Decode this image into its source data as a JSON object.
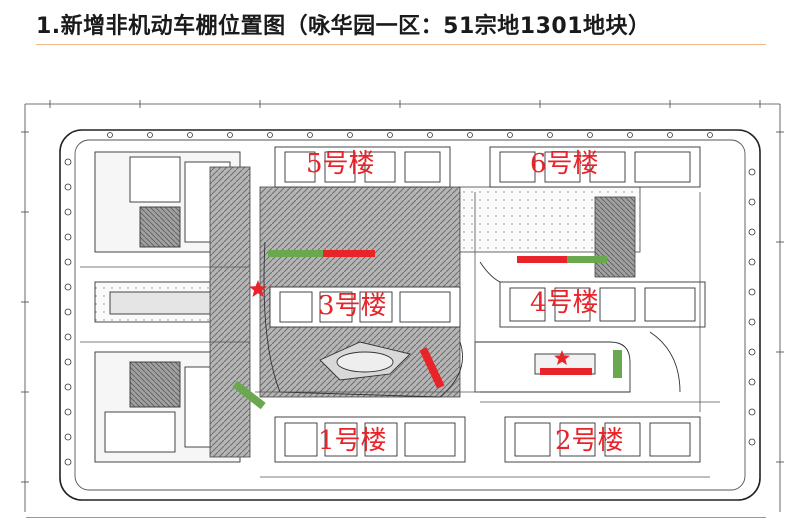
{
  "title": "1.新增非机动车棚位置图（咏华园一区：51宗地1301地块）",
  "buildings": {
    "b5": "5号楼",
    "b6": "6号楼",
    "b3": "3号楼",
    "b4": "4号楼",
    "b1": "1号楼",
    "b2": "2号楼"
  },
  "colors": {
    "shed_red": "#e8232a",
    "shed_green": "#6aa84f",
    "marker_star": "#e8232a",
    "parking_hatch": "#8a8a8a",
    "line": "#333333"
  }
}
